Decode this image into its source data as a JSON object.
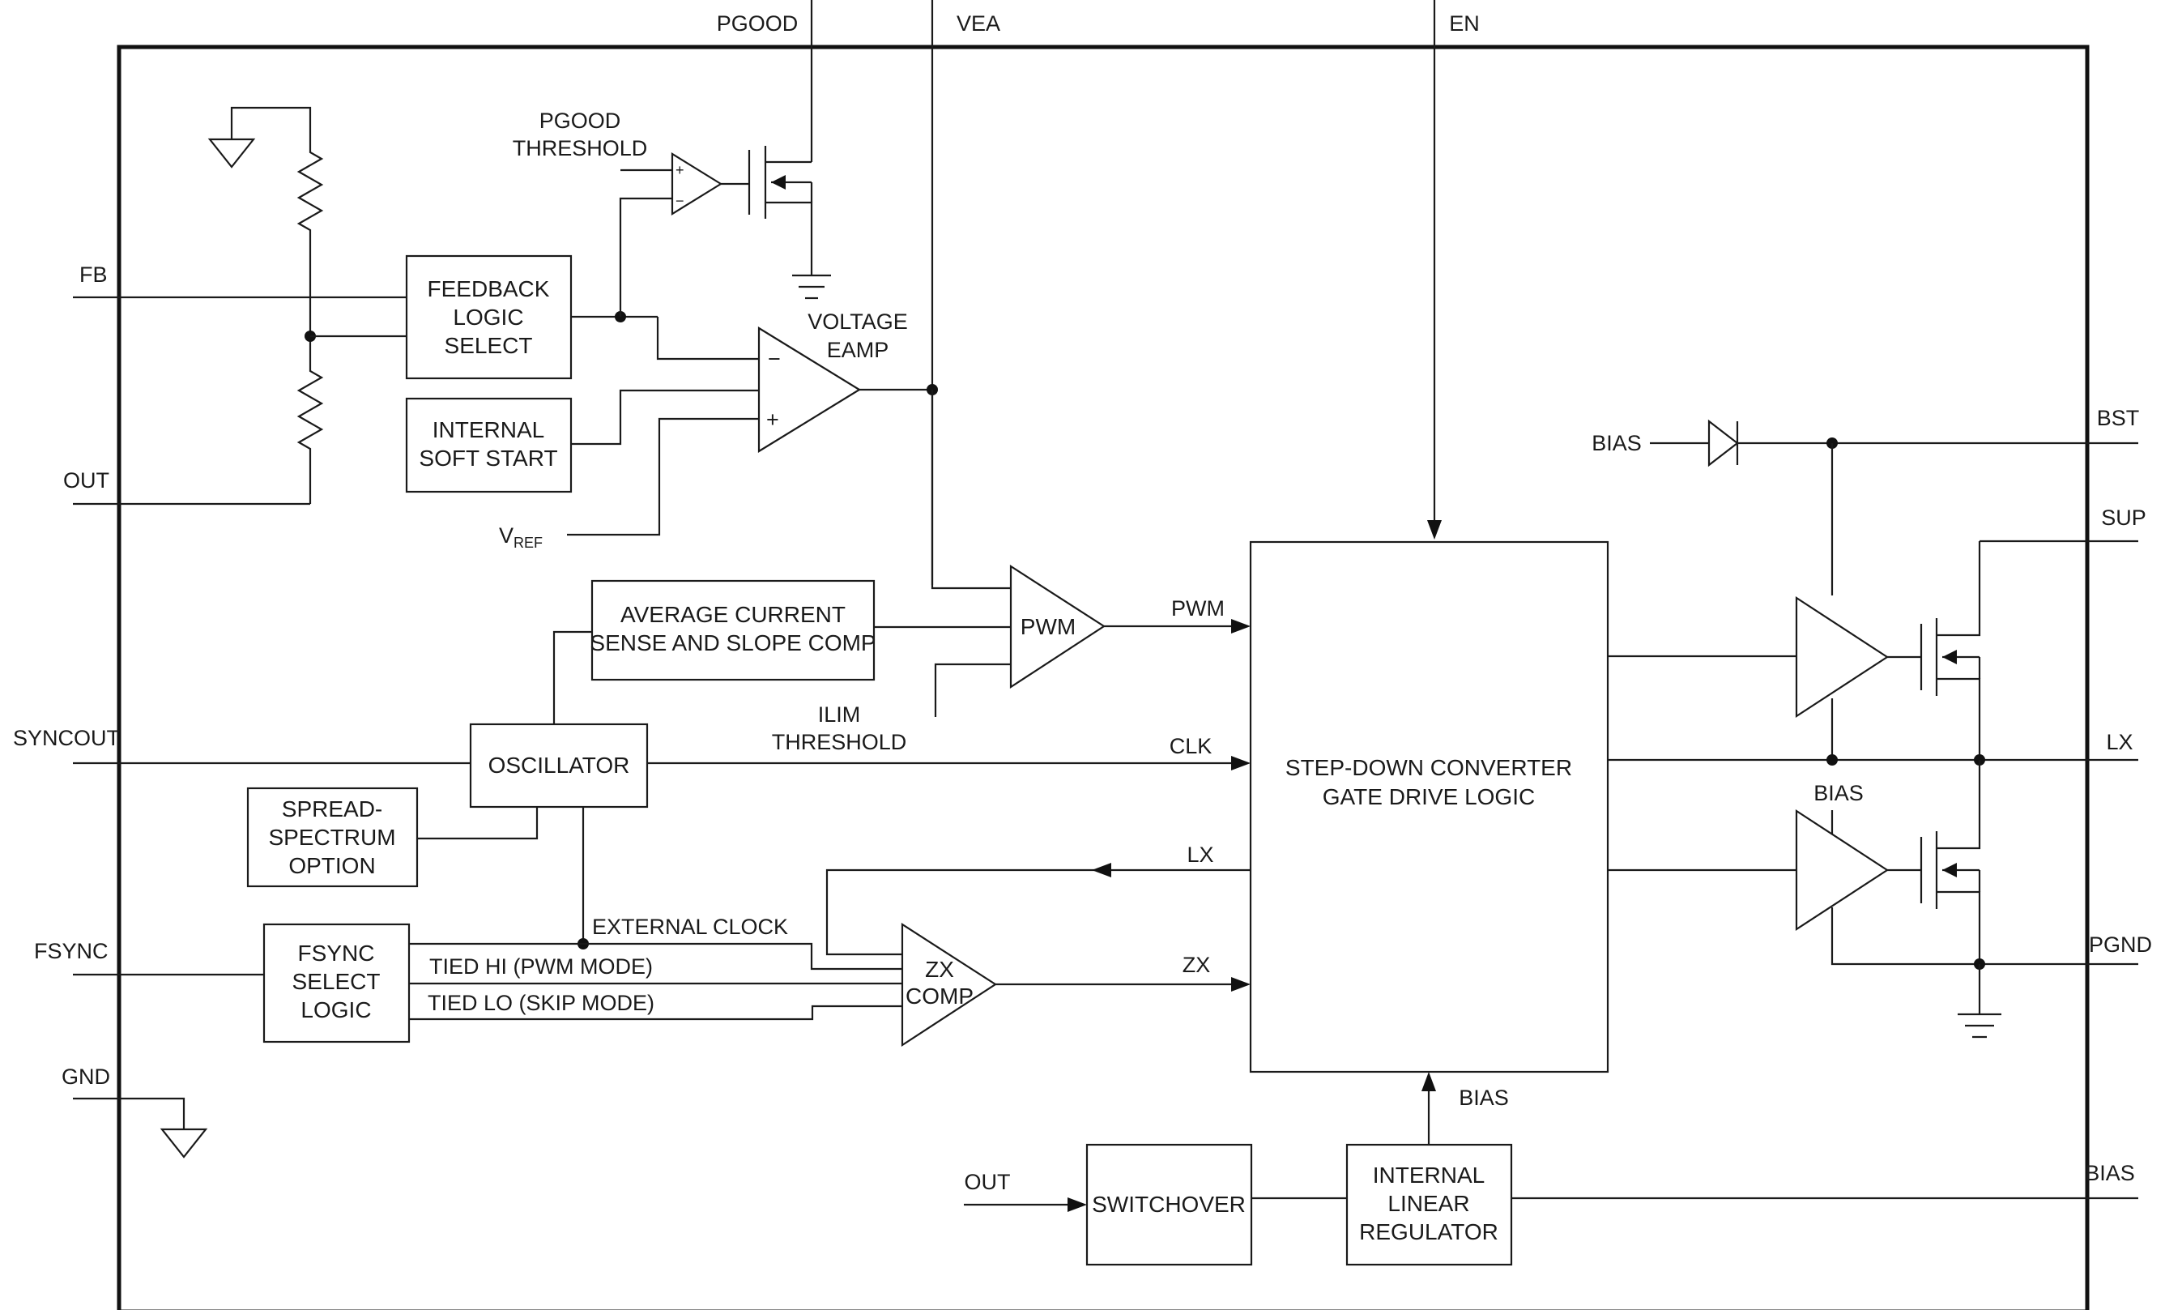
{
  "pins": {
    "pgood": "PGOOD",
    "vea": "VEA",
    "en": "EN",
    "fb": "FB",
    "out": "OUT",
    "syncout": "SYNCOUT",
    "fsync": "FSYNC",
    "gnd": "GND",
    "bst": "BST",
    "sup": "SUP",
    "lx": "LX",
    "pgnd": "PGND",
    "bias": "BIAS"
  },
  "blocks": {
    "feedback": [
      "FEEDBACK",
      "LOGIC",
      "SELECT"
    ],
    "soft_start": [
      "INTERNAL",
      "SOFT START"
    ],
    "avg_current": [
      "AVERAGE CURRENT",
      "SENSE AND SLOPE COMP"
    ],
    "oscillator": [
      "OSCILLATOR"
    ],
    "spread": [
      "SPREAD-",
      "SPECTRUM",
      "OPTION"
    ],
    "fsync_logic": [
      "FSYNC",
      "SELECT",
      "LOGIC"
    ],
    "gate_drive": [
      "STEP-DOWN CONVERTER",
      "GATE DRIVE LOGIC"
    ],
    "switchover": [
      "SWITCHOVER"
    ],
    "linear_reg": [
      "INTERNAL",
      "LINEAR",
      "REGULATOR"
    ]
  },
  "labels": {
    "pgood_threshold": [
      "PGOOD",
      "THRESHOLD"
    ],
    "voltage_eamp": [
      "VOLTAGE",
      "EAMP"
    ],
    "vref_main": "V",
    "vref_sub": "REF",
    "pwm_amp": "PWM",
    "pwm_signal": "PWM",
    "ilim_threshold": [
      "ILIM",
      "THRESHOLD"
    ],
    "clk": "CLK",
    "lx_signal": "LX",
    "zx_comp": [
      "ZX",
      "COMP"
    ],
    "zx_signal": "ZX",
    "external_clock": "EXTERNAL CLOCK",
    "tied_hi": "TIED HI (PWM MODE)",
    "tied_lo": "TIED LO (SKIP MODE)",
    "bias_top": "BIAS",
    "bias_low_driver": "BIAS",
    "bias_to_logic": "BIAS",
    "out_switchover": "OUT",
    "opamp_minus": "−",
    "opamp_plus": "+"
  }
}
